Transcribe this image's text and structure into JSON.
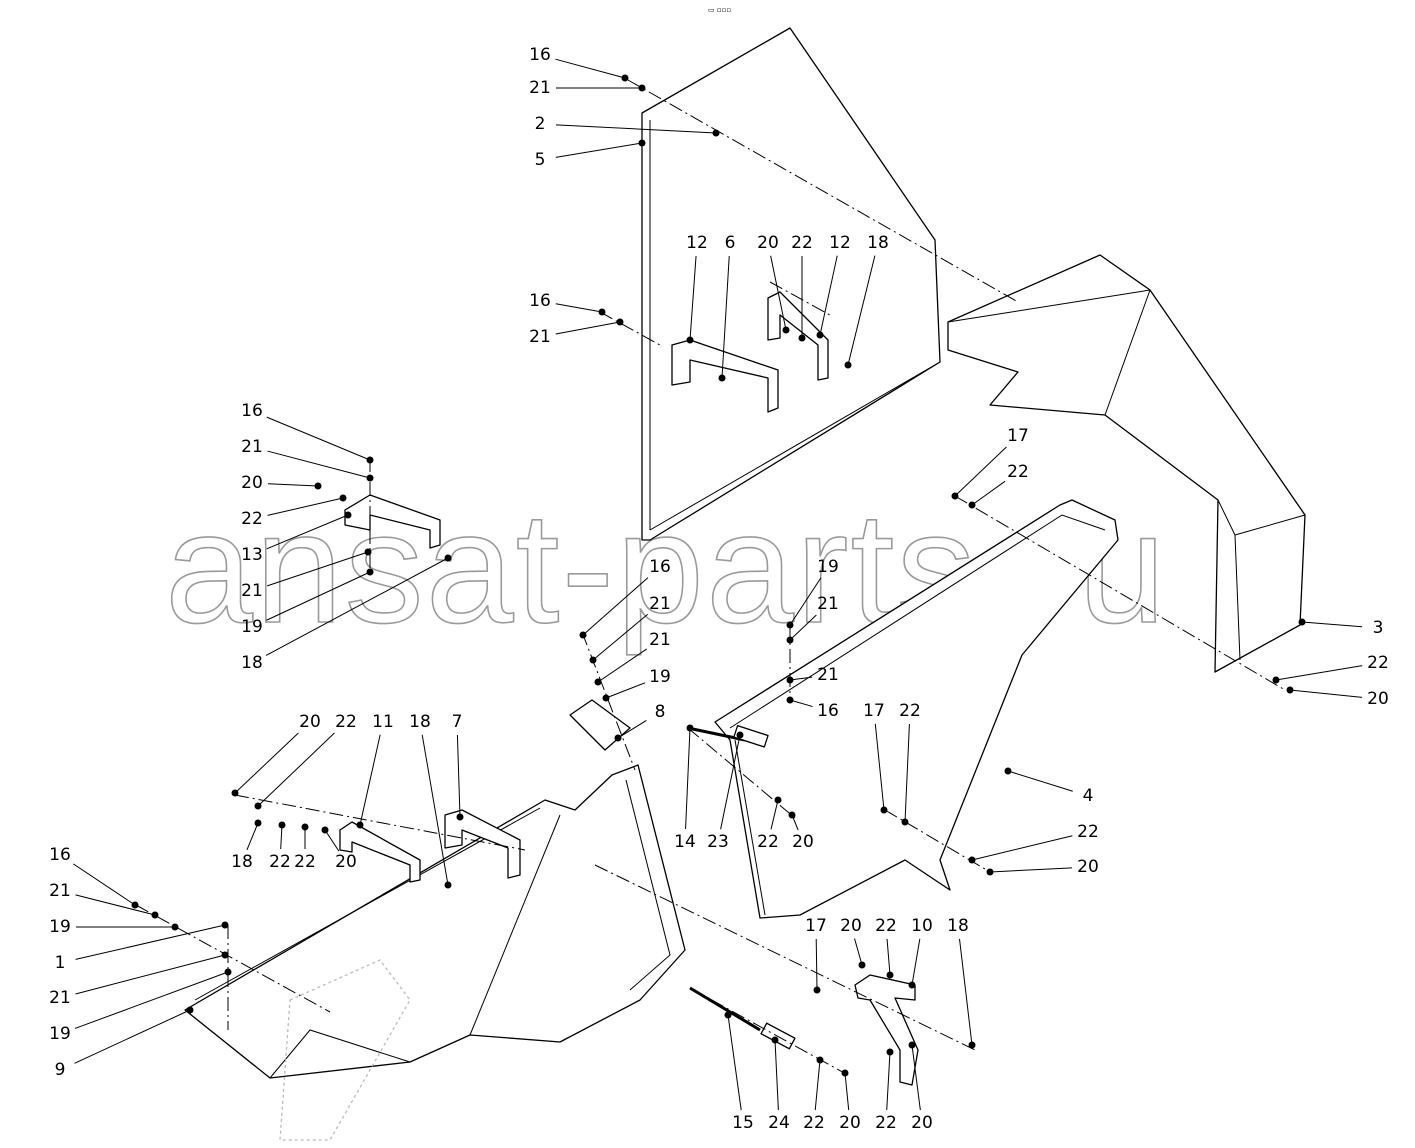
{
  "header_mark": "▭ ▫▫▫",
  "watermark": "ansat-parts.ru",
  "callouts": [
    "16",
    "21",
    "2",
    "5",
    "12",
    "6",
    "20",
    "22",
    "12",
    "18",
    "16",
    "21",
    "16",
    "21",
    "20",
    "22",
    "13",
    "21",
    "19",
    "18",
    "16",
    "21",
    "21",
    "19",
    "8",
    "19",
    "21",
    "21",
    "16",
    "17",
    "22",
    "3",
    "22",
    "20",
    "4",
    "22",
    "20",
    "17",
    "22",
    "14",
    "23",
    "22",
    "20",
    "20",
    "22",
    "11",
    "18",
    "7",
    "18",
    "22",
    "22",
    "20",
    "16",
    "21",
    "19",
    "1",
    "21",
    "19",
    "9",
    "17",
    "20",
    "22",
    "10",
    "18",
    "15",
    "24",
    "22",
    "20",
    "22",
    "20"
  ]
}
